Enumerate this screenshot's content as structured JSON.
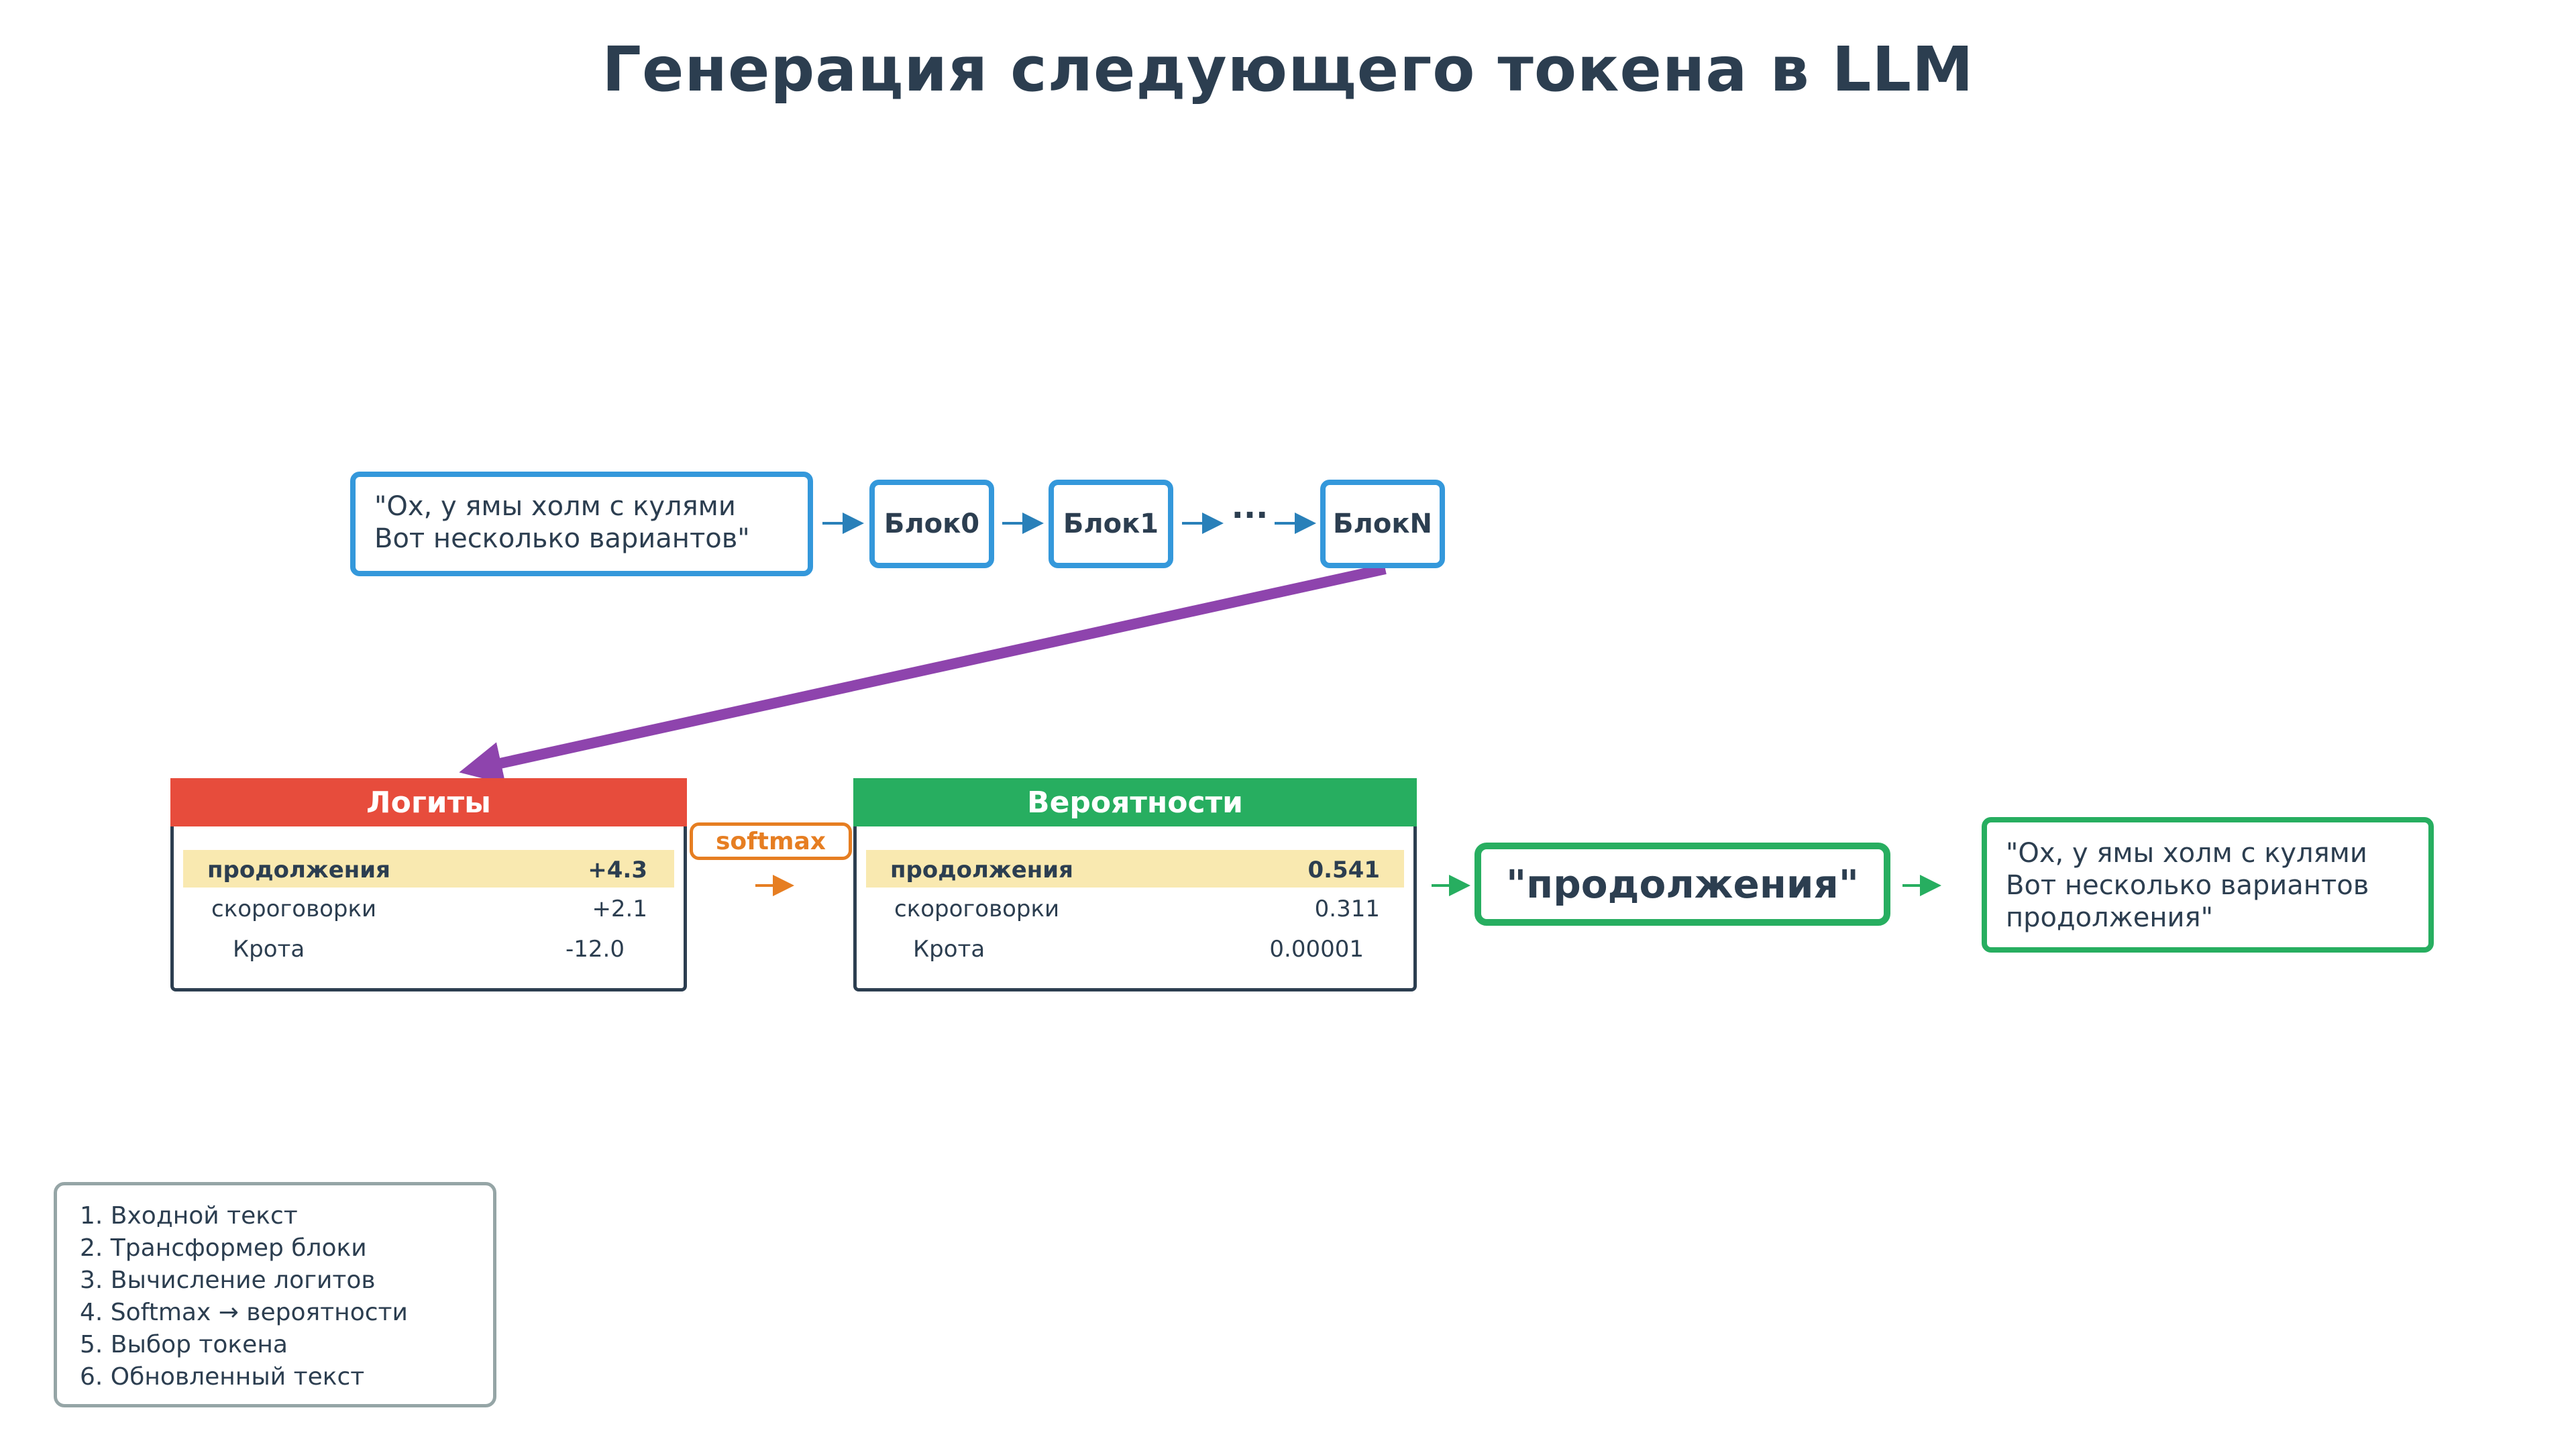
{
  "title": "Генерация следующего токена в LLM",
  "input": {
    "line1": "\"Ох, у ямы холм с кулями",
    "line2": "Вот несколько вариантов\""
  },
  "blocks": {
    "block0": "Блок0",
    "block1": "Блок1",
    "ellipsis": "···",
    "blockN": "БлокN"
  },
  "logits": {
    "header": "Логиты",
    "rows": [
      {
        "token": "продолжения",
        "value": "+4.3"
      },
      {
        "token": "скороговорки",
        "value": "+2.1"
      },
      {
        "token": "Крота",
        "value": "-12.0"
      }
    ]
  },
  "softmax_label": "softmax",
  "probabilities": {
    "header": "Вероятности",
    "rows": [
      {
        "token": "продолжения",
        "value": "0.541"
      },
      {
        "token": "скороговорки",
        "value": "0.311"
      },
      {
        "token": "Крота",
        "value": "0.00001"
      }
    ]
  },
  "selected_token": "\"продолжения\"",
  "output": {
    "line1": "\"Ох, у ямы холм с кулями",
    "line2": "Вот несколько вариантов",
    "line3": "продолжения\""
  },
  "legend": [
    "1. Входной текст",
    "2. Трансформер блоки",
    "3. Вычисление логитов",
    "4. Softmax → вероятности",
    "5. Выбор токена",
    "6. Обновленный текст"
  ],
  "colors": {
    "blue": "#3498db",
    "red": "#e74c3c",
    "green": "#27ae60",
    "orange": "#e67e22",
    "purple": "#8e44ad",
    "highlight": "#f9e9b0",
    "dark": "#2c3e50",
    "gray": "#95a5a6"
  }
}
